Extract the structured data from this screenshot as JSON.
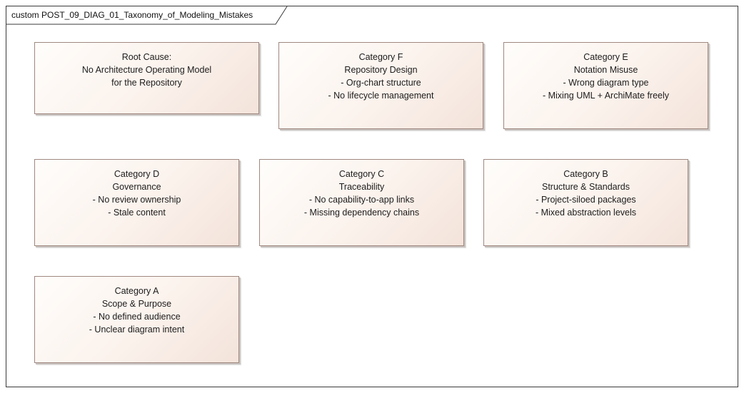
{
  "diagram": {
    "title": "custom POST_09_DIAG_01_Taxonomy_of_Modeling_Mistakes"
  },
  "nodes": {
    "root": [
      "Root Cause:",
      "No Architecture Operating Model",
      "for the Repository"
    ],
    "f": [
      "Category F",
      "Repository Design",
      "- Org-chart structure",
      "- No lifecycle management"
    ],
    "e": [
      "Category E",
      "Notation Misuse",
      "- Wrong diagram type",
      "- Mixing UML + ArchiMate freely"
    ],
    "d": [
      "Category D",
      "Governance",
      "- No review ownership",
      "- Stale content"
    ],
    "c": [
      "Category C",
      "Traceability",
      "- No capability-to-app links",
      "- Missing dependency chains"
    ],
    "b": [
      "Category B",
      "Structure & Standards",
      "- Project-siloed packages",
      "- Mixed abstraction levels"
    ],
    "a": [
      "Category A",
      "Scope & Purpose",
      "- No defined audience",
      "- Unclear diagram intent"
    ]
  }
}
